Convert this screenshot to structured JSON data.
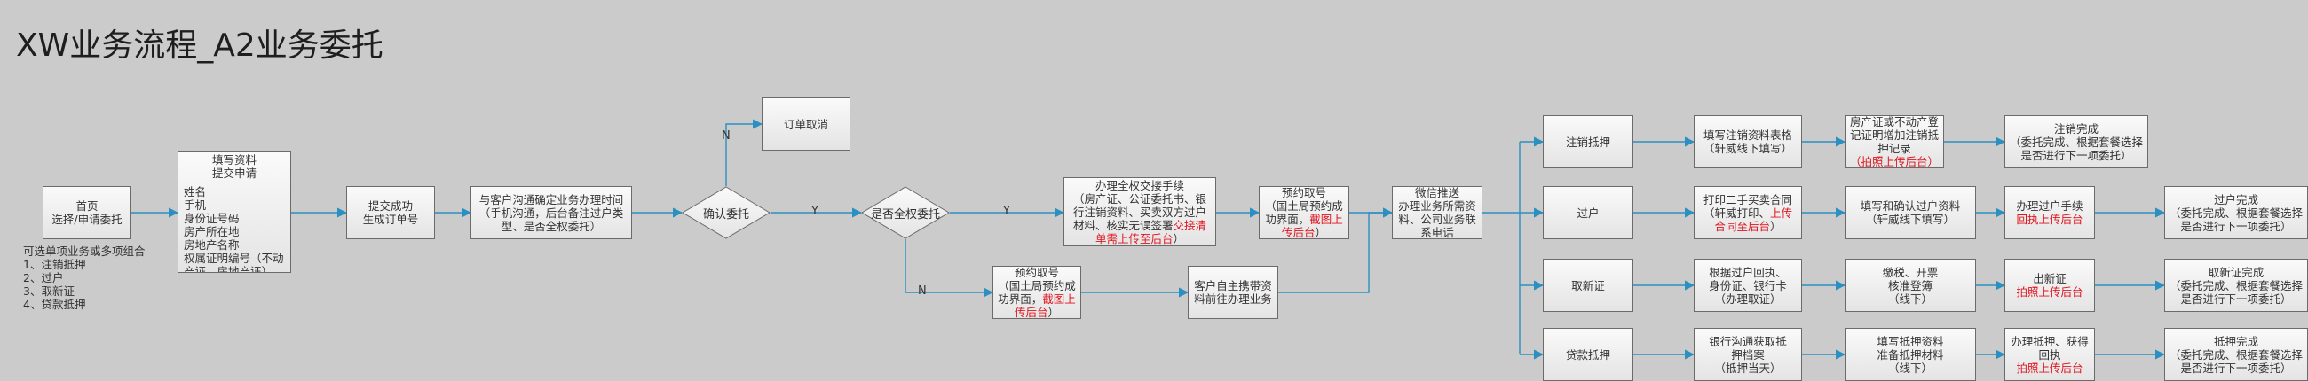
{
  "title": "XW业务流程_A2业务委托",
  "nodes": {
    "home": [
      "首页",
      "选择/申请委托"
    ],
    "fill_info": {
      "head": [
        "填写资料",
        "提交申请"
      ],
      "fields": [
        "姓名",
        "手机",
        "身份证号码",
        "房产所在地",
        "房地产名称",
        "权属证明编号（不动",
        "产证、房地产证）"
      ]
    },
    "submit_success": [
      "提交成功",
      "生成订单号"
    ],
    "communicate": [
      "与客户沟通确定业务办理时间",
      "（手机沟通，后台备注过户类",
      "型、是否全权委托）"
    ],
    "order_cancel": [
      "订单取消"
    ],
    "confirm_decision": "确认委托",
    "full_auth_decision": "是否全权委托",
    "full_handover": {
      "lines": [
        "办理全权交接手续",
        "（房产证、公证委托书、银",
        "行注销资料、买卖双方过户",
        "材料、核实无误签署"
      ],
      "red_inline": "交接清",
      "red_line": "单需上传至后台",
      "tail": "）"
    },
    "appointment_top": {
      "lines": [
        "预约取号",
        "（国土局预约成",
        "功界面，"
      ],
      "red_inline": "截图上",
      "red_line": "传后台",
      "tail": "）"
    },
    "appointment_bottom": {
      "lines": [
        "预约取号",
        "（国土局预约成",
        "功界面，"
      ],
      "red_inline": "截图上",
      "red_line": "传后台",
      "tail": "）"
    },
    "self_bring": [
      "客户自主携带资",
      "料前往办理业务"
    ],
    "wechat_push": [
      "微信推送",
      "办理业务所需资",
      "料、公司业务联",
      "系电话"
    ],
    "cat_cancel_mortgage": "注销抵押",
    "cat_transfer": "过户",
    "cat_new_cert": "取新证",
    "cat_loan_mortgage": "贷款抵押",
    "cancel_fill": [
      "填写注销资料表格",
      "（轩威线下填写）"
    ],
    "cancel_register": {
      "lines": [
        "房产证或不动产登",
        "记证明增加注销抵",
        "押记录"
      ],
      "red": "（拍照上传后台）"
    },
    "cancel_done": [
      "注销完成",
      "（委托完成、根据套餐选择",
      "是否进行下一项委托）"
    ],
    "transfer_print": {
      "line1": "打印二手买卖合同",
      "line2a": "（轩威打印、",
      "line2b": "上传",
      "red": "合同至后台",
      "tail": "）"
    },
    "transfer_confirm": [
      "填写和确认过户资料",
      "（轩威线下填写）"
    ],
    "transfer_handle": {
      "lines": [
        "办理过户手续"
      ],
      "red": "回执上传后台"
    },
    "transfer_done": [
      "过户完成",
      "（委托完成、根据套餐选择",
      "是否进行下一项委托）"
    ],
    "newcert_proof": [
      "根据过户回执、",
      "身份证、银行卡",
      "（办理取证）"
    ],
    "newcert_pay": [
      "缴税、开票",
      "核准登簿",
      "（线下）"
    ],
    "newcert_get": {
      "lines": [
        "出新证"
      ],
      "red": "拍照上传后台"
    },
    "newcert_done": [
      "取新证完成",
      "（委托完成、根据套餐选择",
      "是否进行下一项委托）"
    ],
    "loan_bank": [
      "银行沟通获取抵",
      "押档案",
      "（抵押当天）"
    ],
    "loan_fill": [
      "填写抵押资料",
      "准备抵押材料",
      "（线下）"
    ],
    "loan_handle": {
      "lines": [
        "办理抵押、获得",
        "回执"
      ],
      "red": "拍照上传后台"
    },
    "loan_done": [
      "抵押完成",
      "（委托完成、根据套餐选择",
      "是否进行下一项委托）"
    ]
  },
  "edge_labels": {
    "no_top": "N",
    "yes_1": "Y",
    "yes_2": "Y",
    "no_bottom": "N"
  },
  "note": [
    "可选单项业务或多项组合",
    "1、注销抵押",
    "2、过户",
    "3、取新证",
    "4、贷款抵押"
  ],
  "colors": {
    "connector": "#2a8fc1",
    "highlight": "#e0141e",
    "background": "#cbcbcb"
  }
}
